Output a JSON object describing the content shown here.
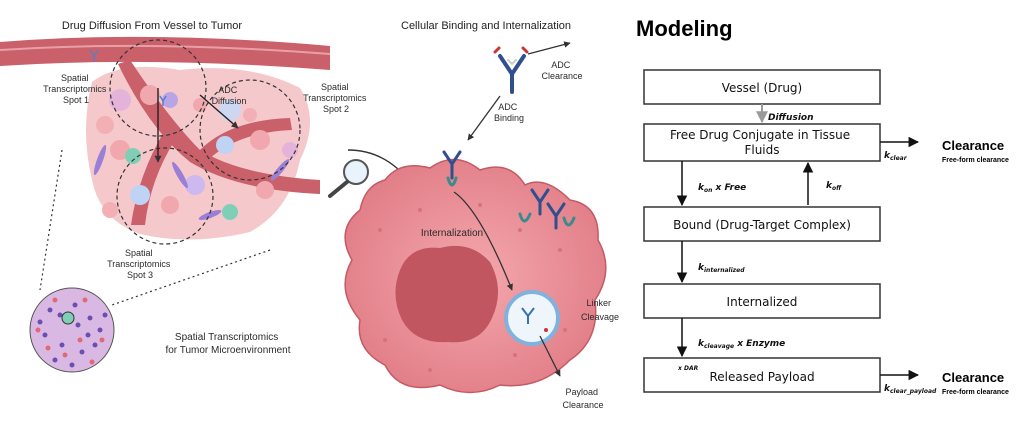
{
  "left_panel": {
    "heading": "Drug Diffusion From Vessel to Tumor",
    "spot1": [
      "Spatial",
      "Transcriptomics",
      "Spot 1"
    ],
    "spot2": [
      "Spatial",
      "Transcriptomics",
      "Spot 2"
    ],
    "spot3": [
      "Spatial",
      "Transcriptomics",
      "Spot 3"
    ],
    "adc_diffusion": [
      "ADC",
      "Diffusion"
    ],
    "microenv": [
      "Spatial Transcriptomics",
      "for Tumor Microenvironment"
    ]
  },
  "middle_panel": {
    "heading": "Cellular Binding and Internalization",
    "adc_clearance": [
      "ADC",
      "Clearance"
    ],
    "adc_binding": [
      "ADC",
      "Binding"
    ],
    "internalization": "Internalization",
    "linker_cleavage": [
      "Linker",
      "Cleavage"
    ],
    "payload_clearance": [
      "Payload",
      "Clearance"
    ]
  },
  "modeling": {
    "title": "Modeling",
    "boxes": [
      {
        "label": "Vessel (Drug)"
      },
      {
        "label_lines": [
          "Free Drug Conjugate in Tissue",
          "Fluids"
        ]
      },
      {
        "label": "Bound (Drug-Target Complex)"
      },
      {
        "label": "Internalized"
      },
      {
        "label": "Released Payload",
        "prefix": "x DAR"
      }
    ],
    "rates": {
      "diffusion": "Diffusion",
      "kon_main": "k",
      "kon_sub": "on",
      "kon_tail": " x Free",
      "koff_main": "k",
      "koff_sub": "off",
      "kint_main": "k",
      "kint_sub": "internalized",
      "kclv_main": "k",
      "kclv_sub": "cleavage",
      "kclv_tail": " x Enzyme",
      "kclear_main": "k",
      "kclear_sub": "clear",
      "kclearp_main": "k",
      "kclearp_sub": "clear_payload"
    },
    "clearance_label": "Clearance",
    "clearance_sub": "Free-form clearance"
  },
  "colors": {
    "vessel": "#c9606a",
    "cell": "#e8878f",
    "nucleus": "#c25660",
    "arrow": "#333333",
    "gray_arrow": "#a0a0a0"
  }
}
